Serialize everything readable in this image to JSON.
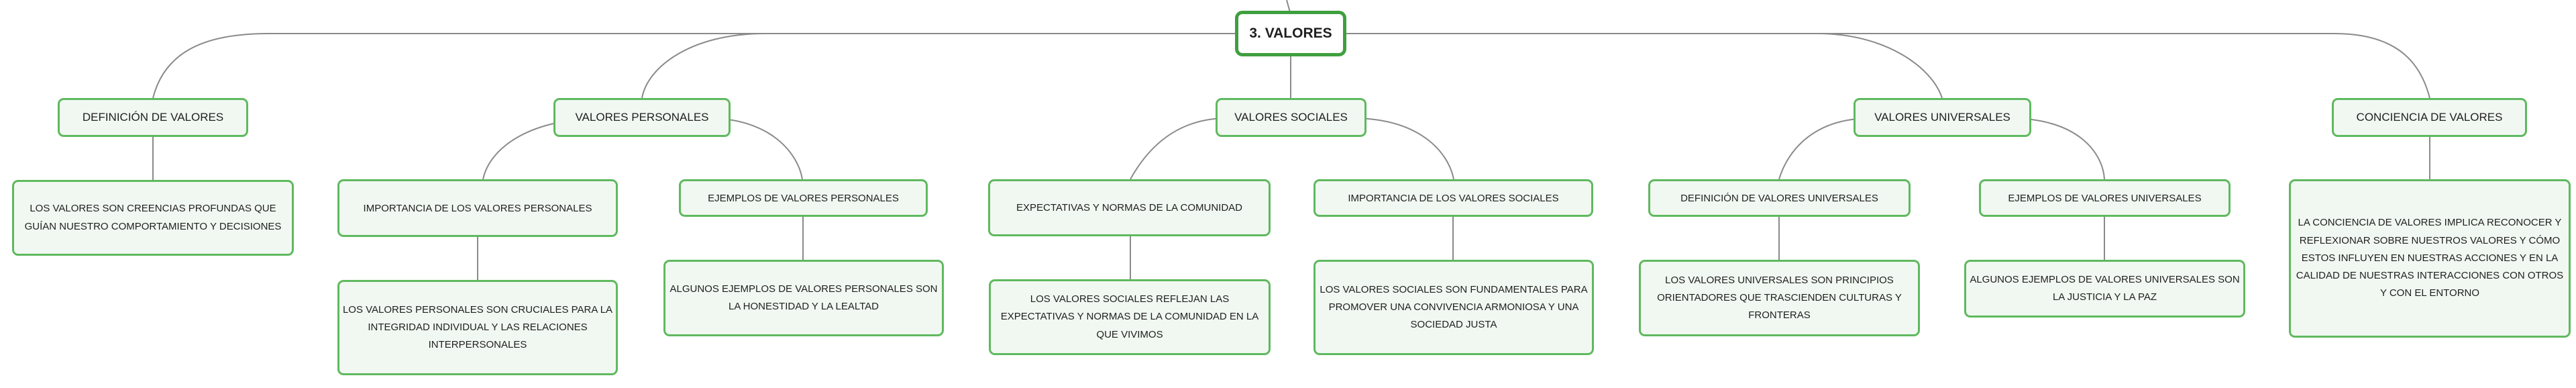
{
  "root": {
    "label": "3. VALORES"
  },
  "branches": [
    {
      "id": "definicion",
      "label": "DEFINICIÓN DE VALORES",
      "leaf": "LOS VALORES SON CREENCIAS PROFUNDAS QUE GUÍAN NUESTRO COMPORTAMIENTO Y DECISIONES"
    },
    {
      "id": "personales",
      "label": "VALORES PERSONALES",
      "children": [
        {
          "label": "IMPORTANCIA DE LOS VALORES PERSONALES",
          "leaf": "LOS VALORES PERSONALES SON CRUCIALES PARA LA INTEGRIDAD INDIVIDUAL Y LAS RELACIONES INTERPERSONALES"
        },
        {
          "label": "EJEMPLOS DE VALORES PERSONALES",
          "leaf": "ALGUNOS EJEMPLOS DE VALORES PERSONALES SON LA HONESTIDAD Y LA LEALTAD"
        }
      ]
    },
    {
      "id": "sociales",
      "label": "VALORES SOCIALES",
      "children": [
        {
          "label": "EXPECTATIVAS Y NORMAS DE LA COMUNIDAD",
          "leaf": "LOS VALORES SOCIALES REFLEJAN LAS EXPECTATIVAS Y NORMAS DE LA COMUNIDAD EN LA QUE VIVIMOS"
        },
        {
          "label": "IMPORTANCIA DE LOS VALORES SOCIALES",
          "leaf": "LOS VALORES SOCIALES SON FUNDAMENTALES PARA PROMOVER UNA CONVIVENCIA ARMONIOSA Y UNA SOCIEDAD JUSTA"
        }
      ]
    },
    {
      "id": "universales",
      "label": "VALORES UNIVERSALES",
      "children": [
        {
          "label": "DEFINICIÓN DE VALORES UNIVERSALES",
          "leaf": "LOS VALORES UNIVERSALES SON PRINCIPIOS ORIENTADORES QUE TRASCIENDEN CULTURAS Y FRONTERAS"
        },
        {
          "label": "EJEMPLOS DE VALORES UNIVERSALES",
          "leaf": "ALGUNOS EJEMPLOS DE VALORES UNIVERSALES SON LA JUSTICIA Y LA PAZ"
        }
      ]
    },
    {
      "id": "conciencia",
      "label": "CONCIENCIA DE VALORES",
      "leaf": "LA CONCIENCIA DE VALORES IMPLICA RECONOCER Y REFLEXIONAR SOBRE NUESTROS VALORES Y CÓMO ESTOS INFLUYEN EN NUESTRAS ACCIONES Y EN LA CALIDAD DE NUESTRAS INTERACCIONES CON OTROS Y CON EL ENTORNO"
    }
  ]
}
